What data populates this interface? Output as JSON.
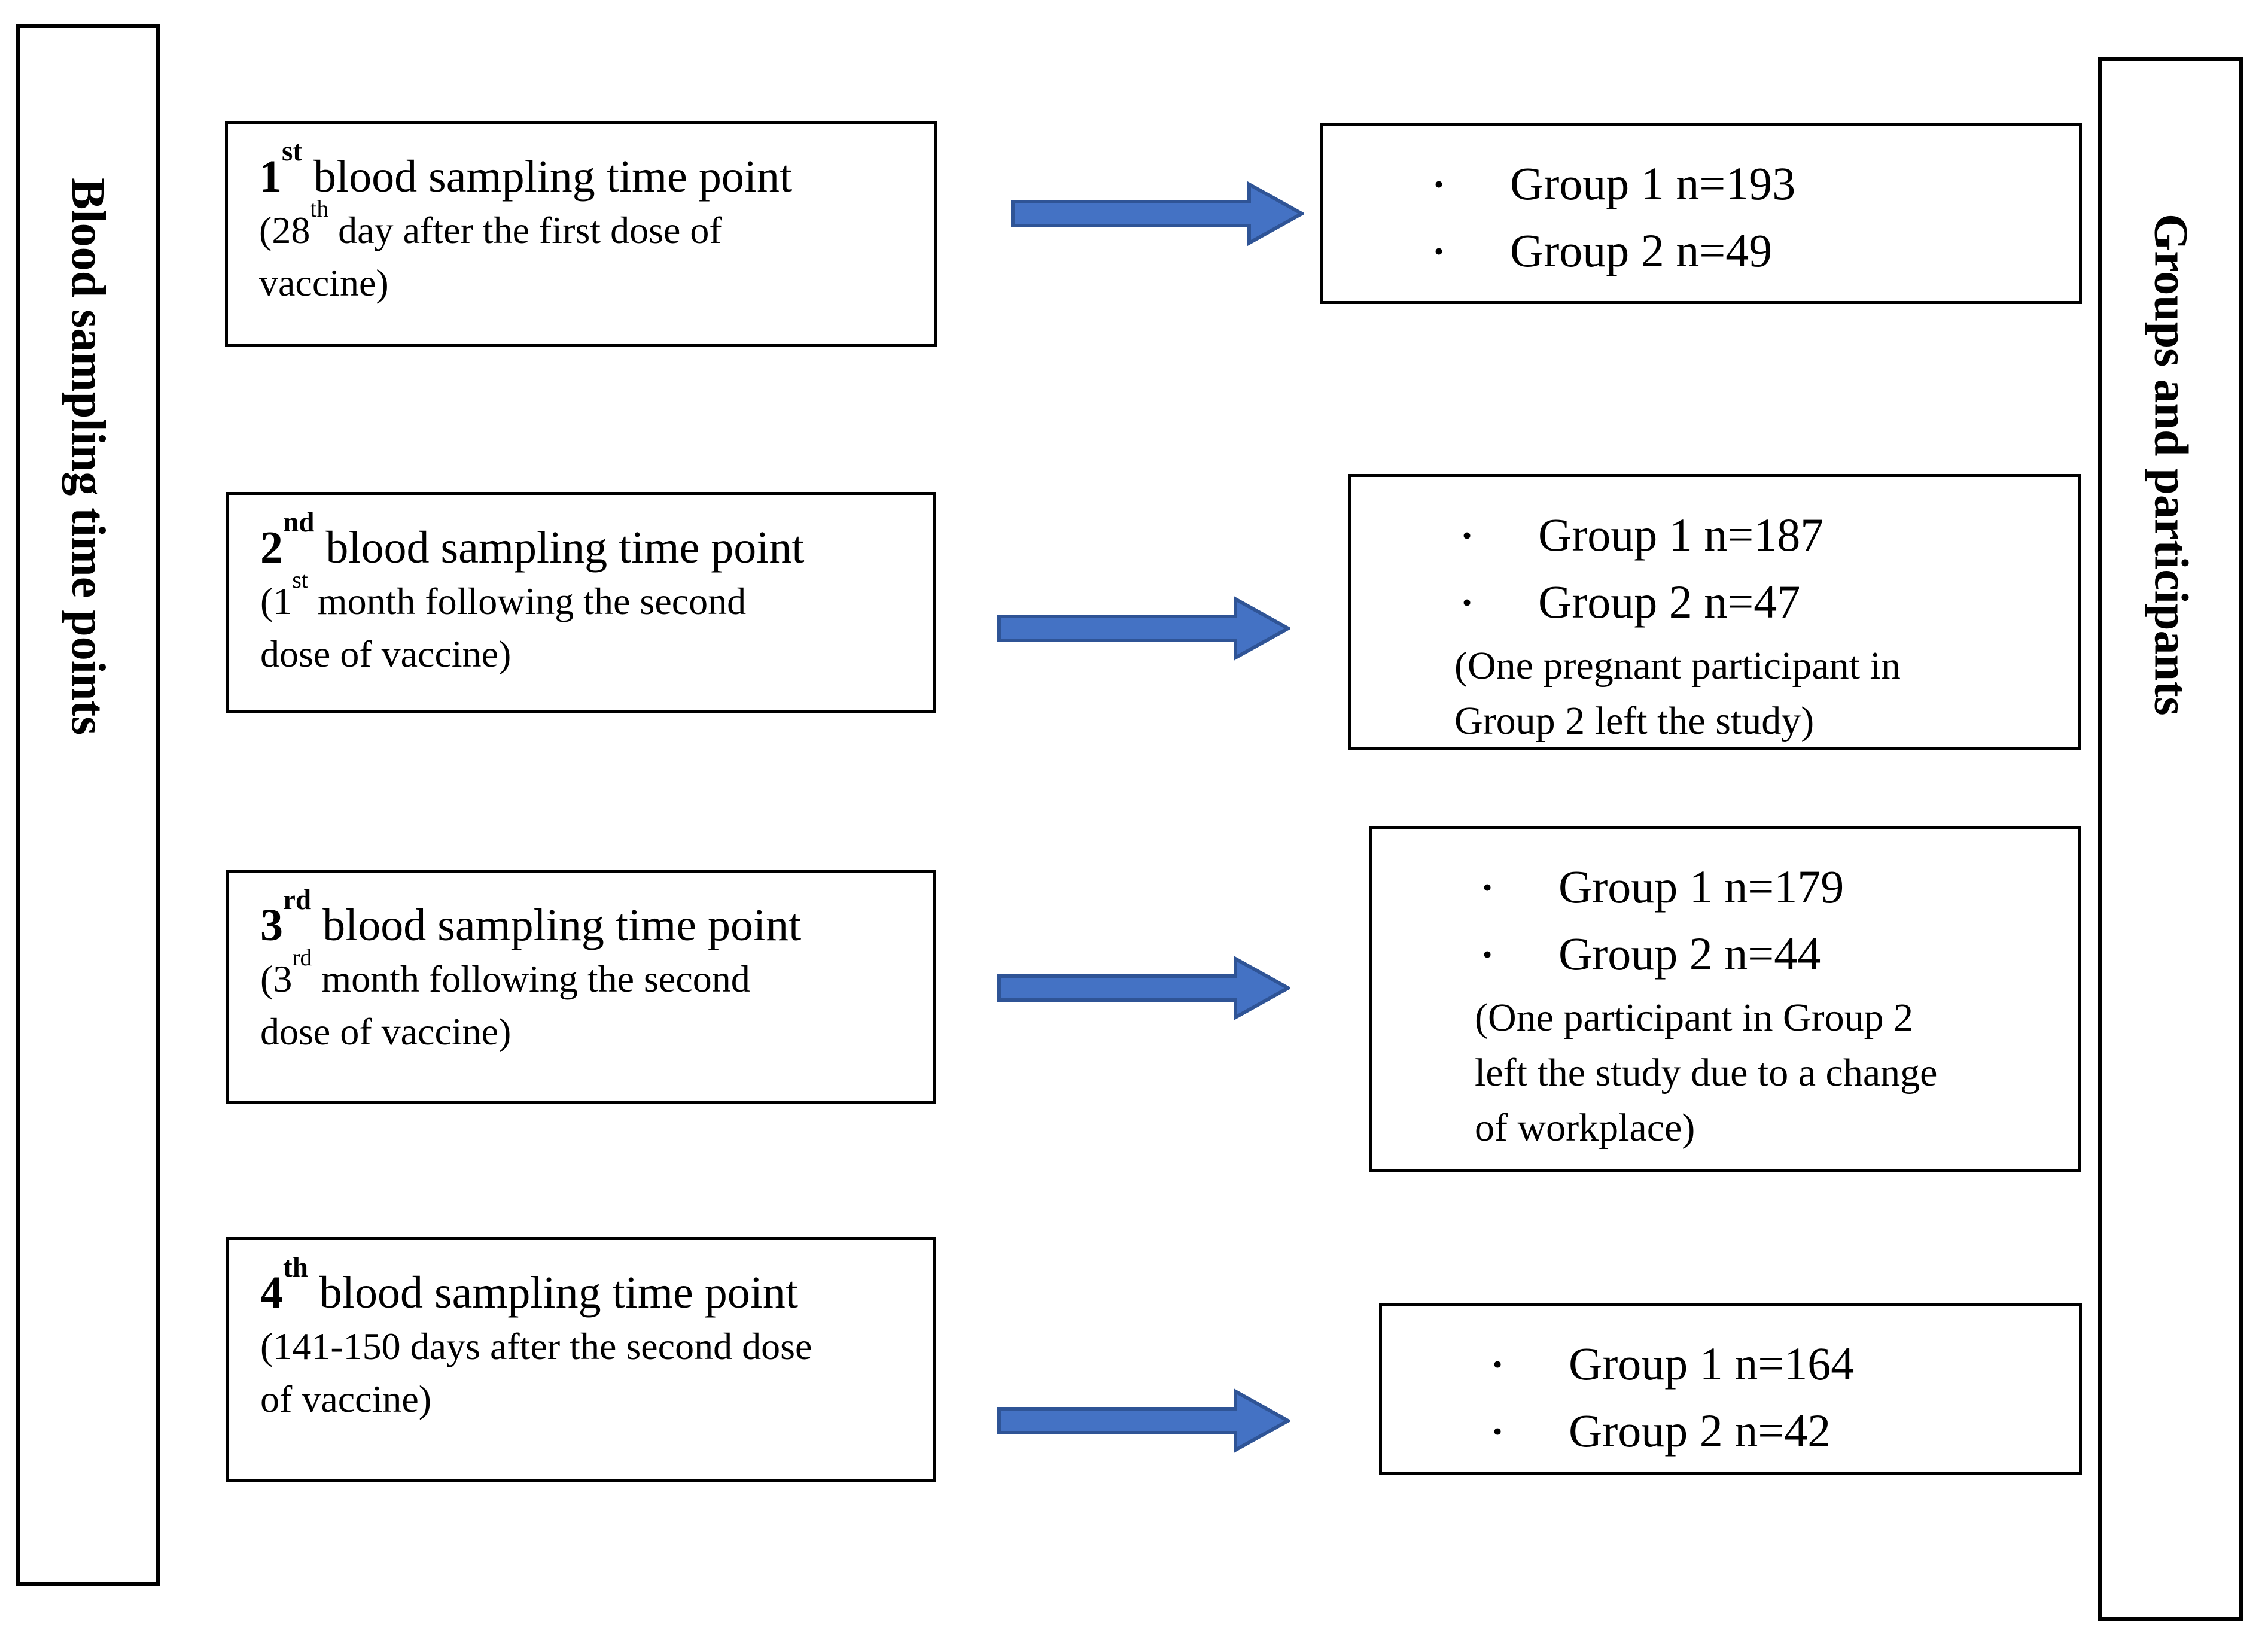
{
  "glyphs": {
    "bullet": "•"
  },
  "colors": {
    "arrow_fill": "#4472C4",
    "arrow_stroke": "#2F5496",
    "box_border": "#000000",
    "background": "#FFFFFF"
  },
  "left_rail": {
    "label": "Blood sampling time points"
  },
  "right_rail": {
    "label": "Groups and participants"
  },
  "rows": [
    {
      "time_point": {
        "ordinal": "1",
        "ordinal_sup": "st",
        "title_rest": " blood sampling time point",
        "detail": {
          "pre": "(28",
          "sup": "th",
          "line1_rest": " day after the first dose of",
          "line2": "vaccine)"
        }
      },
      "groups": {
        "bullets": [
          "Group 1 n=193",
          "Group 2 n=49"
        ],
        "note_lines": []
      }
    },
    {
      "time_point": {
        "ordinal": "2",
        "ordinal_sup": "nd",
        "title_rest": " blood sampling time point",
        "detail": {
          "pre": "(1",
          "sup": "st",
          "line1_rest": " month following the second",
          "line2": "dose of vaccine)"
        }
      },
      "groups": {
        "bullets": [
          "Group 1 n=187",
          "Group 2 n=47"
        ],
        "note_lines": [
          "(One pregnant participant in",
          "Group 2 left the study)"
        ]
      }
    },
    {
      "time_point": {
        "ordinal": "3",
        "ordinal_sup": "rd",
        "title_rest": " blood sampling time point",
        "detail": {
          "pre": "(3",
          "sup": "rd",
          "line1_rest": " month following the second",
          "line2": "dose of vaccine)"
        }
      },
      "groups": {
        "bullets": [
          "Group 1 n=179",
          "Group 2 n=44"
        ],
        "note_lines": [
          "(One participant in Group 2",
          "left the study due to a change",
          "of workplace)"
        ]
      }
    },
    {
      "time_point": {
        "ordinal": "4",
        "ordinal_sup": "th",
        "title_rest": " blood sampling time point",
        "detail": {
          "pre": "(141-150 days after the second dose",
          "sup": "",
          "line1_rest": "",
          "line2": "of vaccine)"
        }
      },
      "groups": {
        "bullets": [
          "Group 1 n=164",
          "Group 2 n=42"
        ],
        "note_lines": []
      }
    }
  ]
}
